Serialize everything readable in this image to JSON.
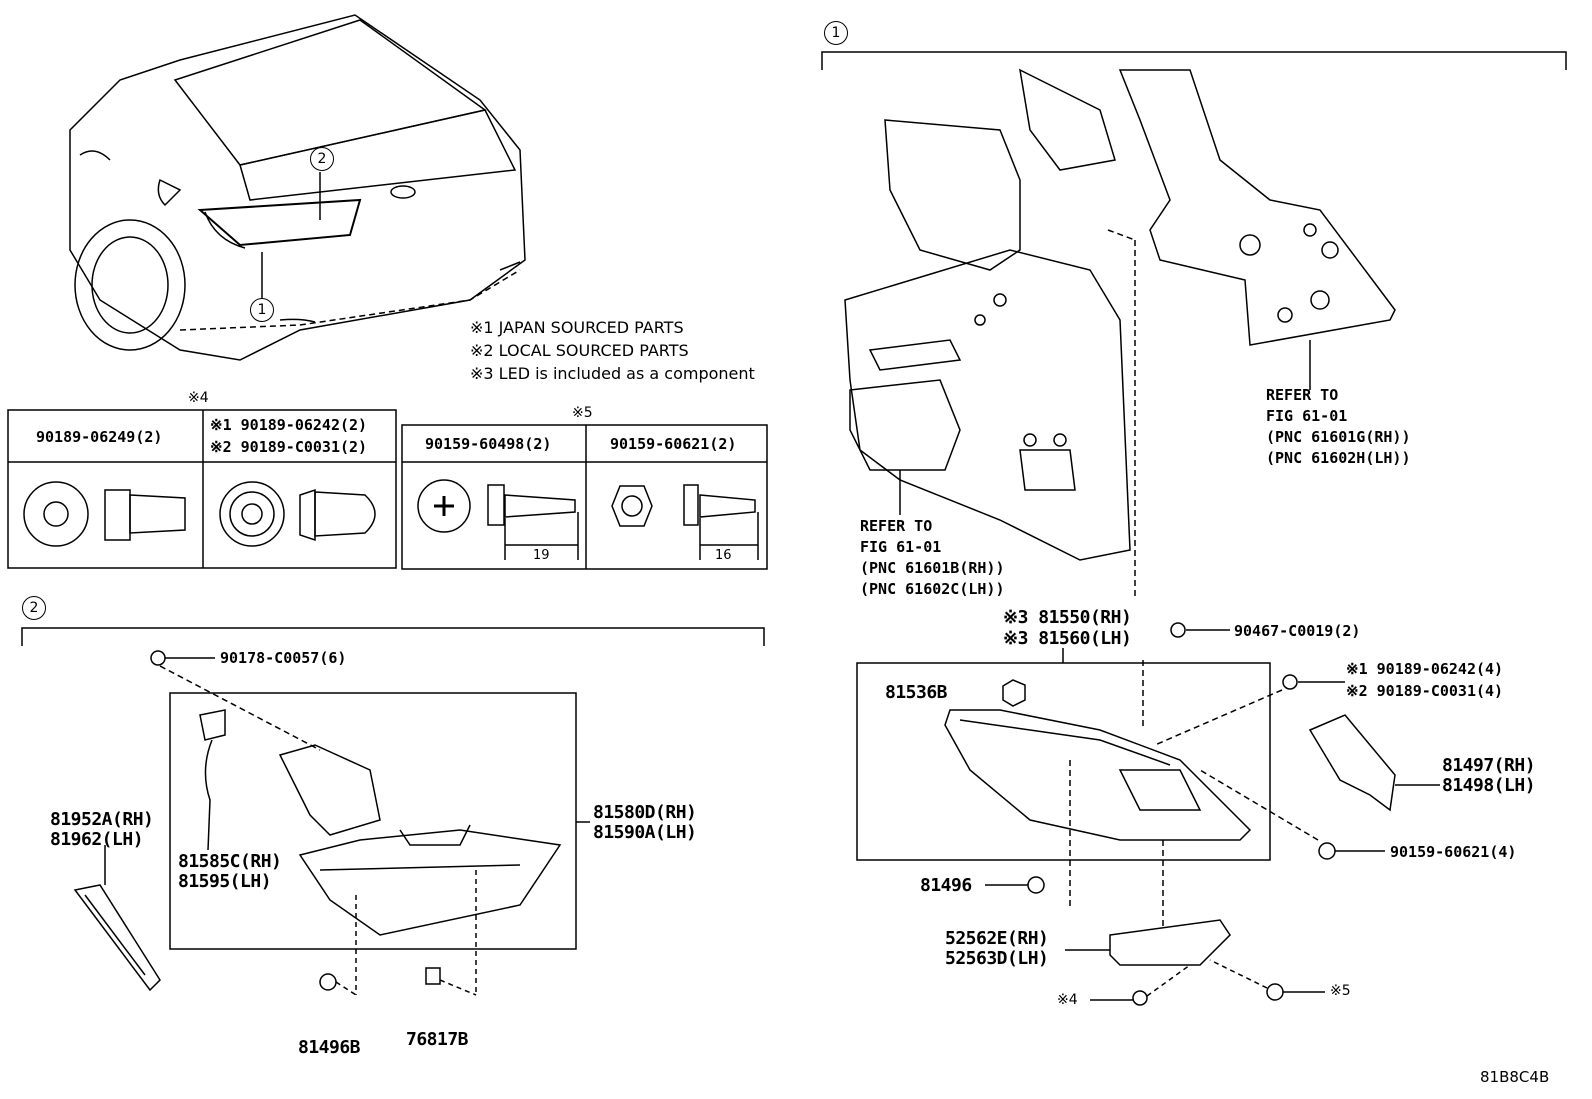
{
  "callouts": {
    "c1": "1",
    "c2": "2"
  },
  "notes": {
    "n1": "※1 JAPAN SOURCED PARTS",
    "n2": "※2 LOCAL SOURCED PARTS",
    "n3": "※3 LED is included as a component"
  },
  "table": {
    "mark4": "※4",
    "mark5": "※5",
    "col1": "90189-06249(2)",
    "col2a": "※1 90189-06242(2)",
    "col2b": "※2 90189-C0031(2)",
    "col3": "90159-60498(2)",
    "col4": "90159-60621(2)",
    "dim3": "19",
    "dim4": "16"
  },
  "refers": {
    "r1": [
      "REFER TO",
      "FIG 61-01",
      "(PNC 61601G(RH))",
      "(PNC 61602H(LH))"
    ],
    "r2": [
      "REFER TO",
      "FIG 61-01",
      "(PNC 61601B(RH))",
      "(PNC 61602C(LH))"
    ]
  },
  "parts": {
    "p81550": "※3 81550(RH)",
    "p81560": "※3 81560(LH)",
    "p90467": "90467-C0019(2)",
    "p81536B": "81536B",
    "p90189a": "※1 90189-06242(4)",
    "p90189b": "※2 90189-C0031(4)",
    "p81497": "81497(RH)",
    "p81498": "81498(LH)",
    "p90159": "90159-60621(4)",
    "p81496": "81496",
    "p52562": "52562E(RH)",
    "p52563": "52563D(LH)",
    "m4": "※4",
    "m5": "※5",
    "p90178": "90178-C0057(6)",
    "p81952": "81952A(RH)",
    "p81962": "81962(LH)",
    "p81585": "81585C(RH)",
    "p81595": "81595(LH)",
    "p81580": "81580D(RH)",
    "p81590": "81590A(LH)",
    "p81496B": "81496B",
    "p76817B": "76817B"
  },
  "diagram_id": "81B8C4B"
}
